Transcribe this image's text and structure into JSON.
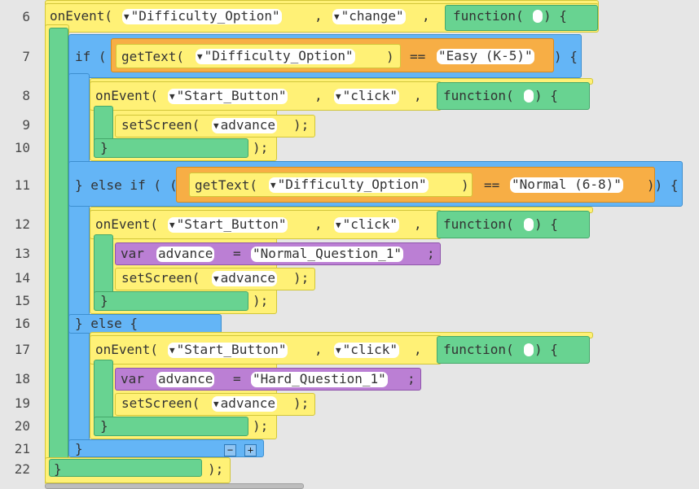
{
  "line_numbers": [
    "6",
    "7",
    "8",
    "9",
    "10",
    "11",
    "12",
    "13",
    "14",
    "15",
    "16",
    "17",
    "18",
    "19",
    "20",
    "21",
    "22"
  ],
  "code": {
    "outer_event": {
      "call": "onEvent(",
      "element_id": "\"Difficulty_Option\"",
      "comma1": ",",
      "event": "\"change\"",
      "comma2": ",",
      "function_kw": "function(",
      "close": ") {"
    },
    "if_block": {
      "if_kw": "if (",
      "get_text_call": "getText(",
      "element_id": "\"Difficulty_Option\"",
      "close_paren": ")",
      "op": "==",
      "value": "\"Easy (K-5)\"",
      "close": ") {"
    },
    "easy_event": {
      "call": "onEvent(",
      "element_id": "\"Start_Button\"",
      "comma1": ",",
      "event": "\"click\"",
      "comma2": ",",
      "function_kw": "function(",
      "close": ") {"
    },
    "easy_set_screen": {
      "call": "setScreen(",
      "arg": "advance",
      "close": ");"
    },
    "easy_fn_close": "}",
    "easy_stmt_close": ");",
    "else_if_block": {
      "prefix": "} else if (",
      "open_paren": "(",
      "get_text_call": "getText(",
      "element_id": "\"Difficulty_Option\"",
      "close_paren": ")",
      "op": "==",
      "value": "\"Normal (6-8)\"",
      "close": ")) {"
    },
    "normal_event": {
      "call": "onEvent(",
      "element_id": "\"Start_Button\"",
      "comma1": ",",
      "event": "\"click\"",
      "comma2": ",",
      "function_kw": "function(",
      "close": ") {"
    },
    "normal_var": {
      "var_kw": "var",
      "name": "advance",
      "eq": "=",
      "value": "\"Normal_Question_1\"",
      "semi": ";"
    },
    "normal_set_screen": {
      "call": "setScreen(",
      "arg": "advance",
      "close": ");"
    },
    "normal_fn_close": "}",
    "normal_stmt_close": ");",
    "else_block": {
      "label": "} else {"
    },
    "hard_event": {
      "call": "onEvent(",
      "element_id": "\"Start_Button\"",
      "comma1": ",",
      "event": "\"click\"",
      "comma2": ",",
      "function_kw": "function(",
      "close": ") {"
    },
    "hard_var": {
      "var_kw": "var",
      "name": "advance",
      "eq": "=",
      "value": "\"Hard_Question_1\"",
      "semi": ";"
    },
    "hard_set_screen": {
      "call": "setScreen(",
      "arg": "advance",
      "close": ");"
    },
    "hard_fn_close": "}",
    "hard_stmt_close": ");",
    "if_close": "}",
    "minus_label": "−",
    "plus_label": "+",
    "outer_fn_close": "}",
    "outer_stmt_close": ");"
  },
  "colors": {
    "event_block": "#fff176",
    "function_block": "#68d391",
    "control_block": "#64b5f6",
    "variable_block": "#bb7fd4",
    "operator_block": "#f7ae45",
    "background": "#e6e6e6"
  },
  "icons": {
    "dropdown": "▼"
  }
}
